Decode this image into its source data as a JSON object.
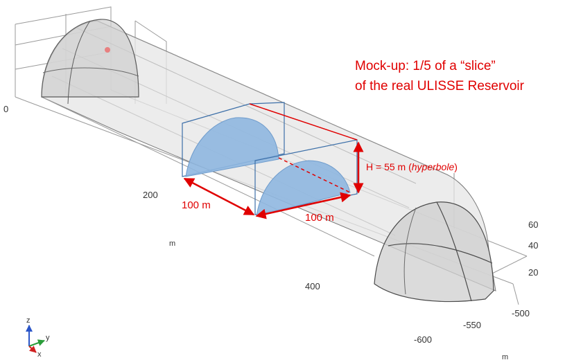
{
  "title": {
    "line1": "Mock-up: 1/5 of a “slice”",
    "line2": "of the real ULISSE Reservoir"
  },
  "dimensions": {
    "length_1": "100 m",
    "length_2": "100 m",
    "height_prefix": "H = 55 m (",
    "height_italic": "hyperbole",
    "height_suffix": ")"
  },
  "axis_x": {
    "ticks": [
      "0",
      "200",
      "400"
    ],
    "unit": "m"
  },
  "axis_y": {
    "ticks": [
      "-500",
      "-550",
      "-600"
    ],
    "unit": "m"
  },
  "axis_z": {
    "ticks": [
      "60",
      "40",
      "20"
    ]
  },
  "triad": {
    "z": "z",
    "y": "y",
    "x": "x"
  },
  "colors": {
    "annotation": "#e00000",
    "mockup_fill": "#8fb7e0",
    "frame": "#3c6fa8",
    "reservoir": "#b8b8b8"
  }
}
